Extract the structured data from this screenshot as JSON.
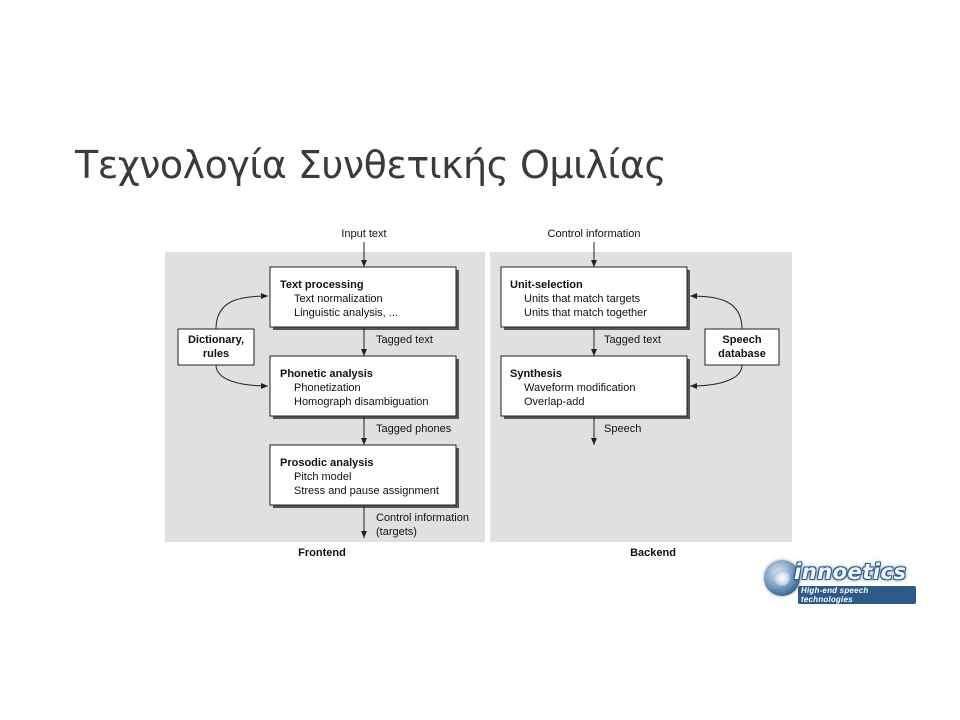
{
  "slide": {
    "title": "Τεχνολογία Συνθετικής Ομιλίας"
  },
  "diagram": {
    "frontend": {
      "input": "Input text",
      "label": "Frontend",
      "text_processing": {
        "title": "Text processing",
        "lines": [
          "Text normalization",
          "Linguistic analysis, ..."
        ]
      },
      "phonetic_analysis": {
        "title": "Phonetic analysis",
        "lines": [
          "Phonetization",
          "Homograph disambiguation"
        ]
      },
      "prosodic_analysis": {
        "title": "Prosodic analysis",
        "lines": [
          "Pitch model",
          "Stress and pause assignment"
        ]
      },
      "arrow_tagged_text": "Tagged text",
      "arrow_tagged_phones": "Tagged phones",
      "output": [
        "Control information",
        "(targets)"
      ],
      "resource": [
        "Dictionary,",
        "rules"
      ]
    },
    "backend": {
      "input": "Control information",
      "label": "Backend",
      "unit_selection": {
        "title": "Unit-selection",
        "lines": [
          "Units that match targets",
          "Units that match together"
        ]
      },
      "synthesis": {
        "title": "Synthesis",
        "lines": [
          "Waveform modification",
          "Overlap-add"
        ]
      },
      "arrow_tagged_text": "Tagged text",
      "output": "Speech",
      "resource": [
        "Speech",
        "database"
      ]
    }
  },
  "logo": {
    "name": "innoetics",
    "tagline": "High-end speech technologies"
  }
}
